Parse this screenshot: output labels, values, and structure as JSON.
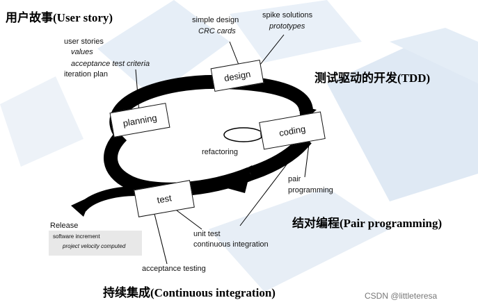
{
  "headings": {
    "user_story": "用户故事(User story)",
    "tdd": "测试驱动的开发(TDD)",
    "pair_programming": "结对编程(Pair programming)",
    "continuous_integration": "持续集成(Continuous integration)"
  },
  "cards": {
    "planning": "planning",
    "design": "design",
    "coding": "coding",
    "test": "test"
  },
  "annotations": {
    "planning_notes": [
      "user stories",
      "values",
      "acceptance test criteria",
      "iteration plan"
    ],
    "design_notes": [
      "simple design",
      "CRC cards"
    ],
    "spike_notes": [
      "spike solutions",
      "prototypes"
    ],
    "refactoring": "refactoring",
    "pair_programming": [
      "pair",
      "programming"
    ],
    "unit_test": [
      "unit test",
      "continuous integration"
    ],
    "acceptance_testing": "acceptance testing",
    "release": "Release",
    "release_notes": [
      "software increment",
      "project velocity computed"
    ]
  },
  "watermark": "CSDN @littleteresa",
  "colors": {
    "background": "#ffffff",
    "deco_blue": "#dde8f3",
    "cycle_arrow": "#000000",
    "release_box": "#e8e8e8"
  }
}
